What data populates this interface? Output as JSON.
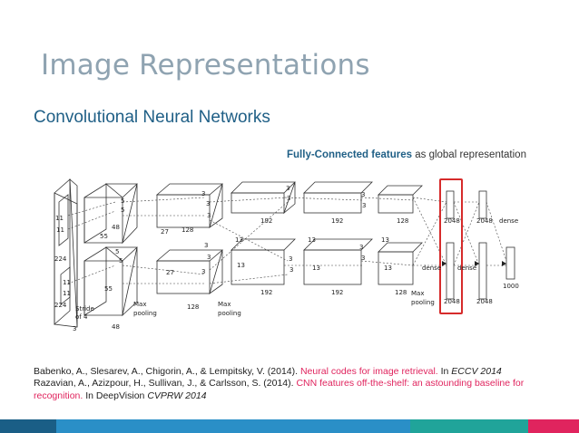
{
  "colors": {
    "title": "#8fa3b1",
    "subtitle": "#1f5f86",
    "highlight": "#1f5f86",
    "link": "#e0245e",
    "fc_box": "#d62b2b",
    "footer": [
      "#1a5e86",
      "#2a8fc7",
      "#20a49a",
      "#e0245e"
    ]
  },
  "slide": {
    "title": "Image Representations",
    "subtitle": "Convolutional Neural Networks",
    "fc_note_highlight": "Fully-Connected features",
    "fc_note_rest": " as global representation"
  },
  "diagram": {
    "labels": {
      "input_side_224_a": "224",
      "input_side_224_b": "224",
      "input_channels": "3",
      "kernel_11_a": "11",
      "kernel_11_b": "11",
      "kernel_11_c": "11",
      "kernel_11_d": "11",
      "stride_line1": "Stride",
      "stride_line2": "of 4",
      "conv1_55_a": "55",
      "conv1_55_b": "55",
      "conv1_48_a": "48",
      "conv1_48_b": "48",
      "k5_a": "5",
      "k5_b": "5",
      "k5_c": "5",
      "k5_d": "5",
      "conv2_27_a": "27",
      "conv2_27_b": "27",
      "conv2_128_a": "128",
      "conv2_128_b": "128",
      "k3_a1": "3",
      "k3_a2": "3",
      "k3_a3": "3",
      "k3_b1": "3",
      "k3_b2": "3",
      "k3_b3": "3",
      "maxpool1_line1": "Max",
      "maxpool1_line2": "pooling",
      "maxpool2_line1": "Max",
      "maxpool2_line2": "pooling",
      "maxpool3_line1": "Max",
      "maxpool3_line2": "pooling",
      "conv3_13_a": "13",
      "conv3_13_b": "13",
      "conv3_192_a": "192",
      "conv3_192_b": "192",
      "k3_c1": "3",
      "k3_c2": "3",
      "k3_d1": "3",
      "k3_d2": "3",
      "conv4_13_a": "13",
      "conv4_13_b": "13",
      "conv4_192_a": "192",
      "conv4_192_b": "192",
      "k3_e1": "3",
      "k3_e2": "3",
      "k3_f1": "3",
      "k3_f2": "3",
      "conv5_13_a": "13",
      "conv5_13_b": "13",
      "conv5_128_a": "128",
      "conv5_128_b": "128",
      "fc6_2048_a": "2048",
      "fc6_2048_b": "2048",
      "fc7_2048_a": "2048",
      "fc7_2048_b": "2048",
      "dense_a": "dense",
      "dense_b": "dense",
      "dense_c": "dense",
      "out_1000": "1000"
    }
  },
  "references": [
    {
      "prefix": "Babenko, A., Slesarev, A., Chigorin, A., & Lempitsky, V. (2014). ",
      "link": "Neural codes for image retrieval.",
      "middle": " In ",
      "venue": "ECCV 2014",
      "suffix": ""
    },
    {
      "prefix": "Razavian, A., Azizpour, H., Sullivan, J., & Carlsson, S. (2014). ",
      "link": "CNN features off-the-shelf: an astounding baseline for recognition.",
      "middle": " In DeepVision ",
      "venue": "CVPRW 2014",
      "suffix": ""
    }
  ]
}
